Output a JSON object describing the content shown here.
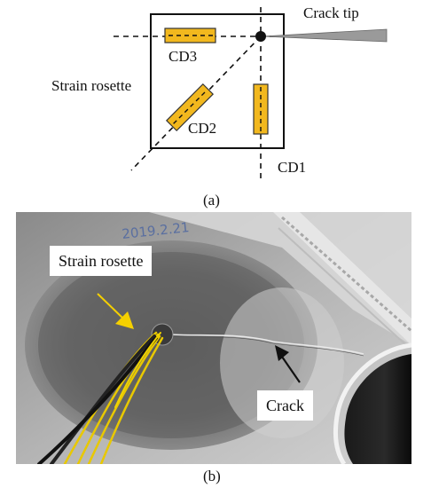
{
  "figure_a": {
    "labels": {
      "crack_tip": "Crack tip",
      "strain_rosette": "Strain rosette",
      "cd1": "CD1",
      "cd2": "CD2",
      "cd3": "CD3"
    },
    "caption": "(a)",
    "gauge_fill": "#f2b81e",
    "crack_tip_fill": "#9a9a9a"
  },
  "figure_b": {
    "labels": {
      "strain_rosette": "Strain rosette",
      "crack": "Crack"
    },
    "handwritten_note": "2019.2.21",
    "caption": "(b)",
    "arrow_colors": {
      "rosette": "#f5d000",
      "crack": "#111111"
    },
    "wire_color": "#e8c800"
  }
}
